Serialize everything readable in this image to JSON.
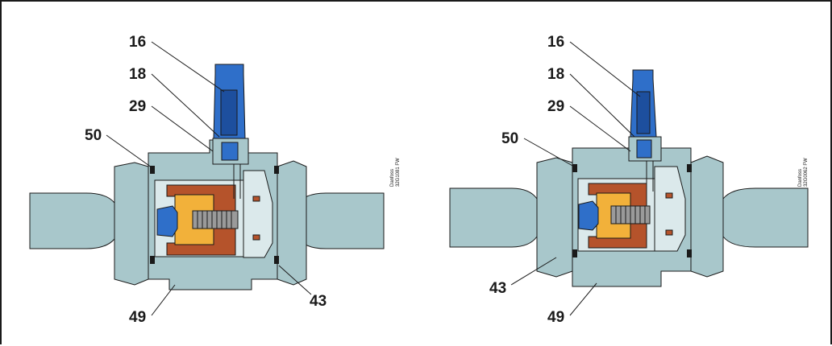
{
  "left_view": {
    "callouts": [
      "16",
      "18",
      "29",
      "50",
      "49",
      "43"
    ],
    "doc_code_line1": "Danfoss",
    "doc_code_line2": "32G1081 FW"
  },
  "right_view": {
    "callouts": [
      "16",
      "18",
      "29",
      "50",
      "43",
      "49"
    ],
    "doc_code_line1": "Danfoss",
    "doc_code_line2": "32G0062 FW"
  },
  "colors": {
    "body": "#a8c7cb",
    "coil": "#2f6fc9",
    "piston": "#f2b13a",
    "spring_housing": "#b5532b"
  }
}
